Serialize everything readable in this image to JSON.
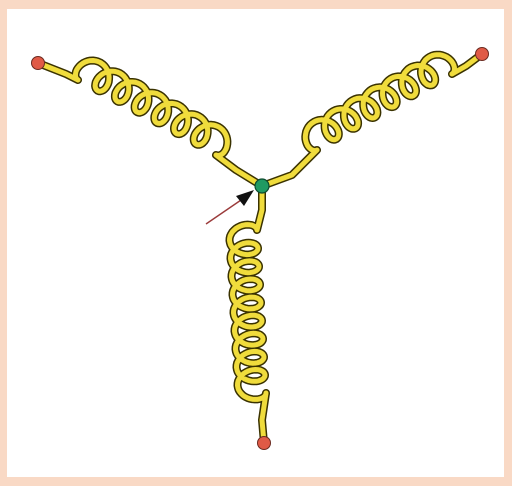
{
  "colors": {
    "background": "#f9d9c5",
    "panel": "#ffffff",
    "coil_fill": "#f0dc3c",
    "coil_outline": "#3a3200",
    "terminal": "#e05a46",
    "neutral_node": "#1f9a62",
    "arrow": "#111111",
    "arrow_tail": "#9b3b3b"
  },
  "diagram": {
    "type": "star-connected-coils",
    "coils": [
      {
        "name": "left-coil",
        "turns": 7
      },
      {
        "name": "right-coil",
        "turns": 7
      },
      {
        "name": "bottom-coil",
        "turns": 9
      }
    ],
    "icons": [
      "terminal-dot-icon",
      "neutral-point-icon",
      "pointer-arrow-icon"
    ]
  }
}
